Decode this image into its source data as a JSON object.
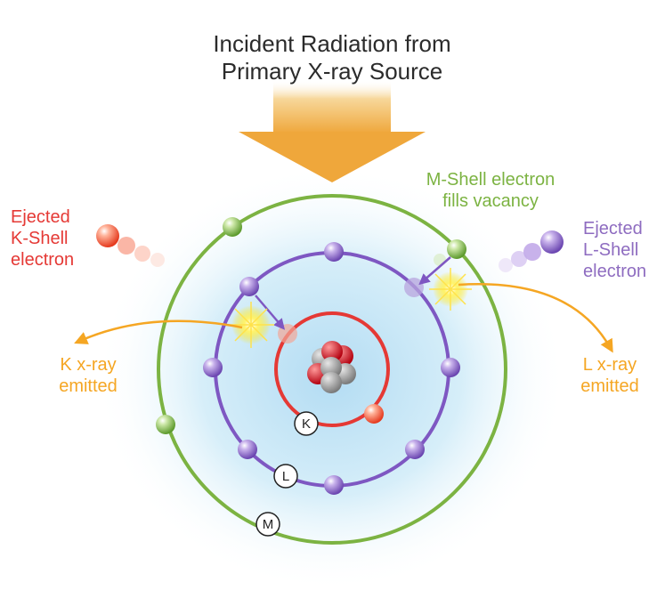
{
  "title": {
    "line1": "Incident Radiation from",
    "line2": "Primary X-ray Source"
  },
  "labels": {
    "ejected_k": {
      "line1": "Ejected",
      "line2": "K-Shell",
      "line3": "electron"
    },
    "m_fills": {
      "line1": "M-Shell electron",
      "line2": "fills vacancy"
    },
    "ejected_l": {
      "line1": "Ejected",
      "line2": "L-Shell",
      "line3": "electron"
    },
    "k_xray": {
      "line1": "K x-ray",
      "line2": "emitted"
    },
    "l_xray": {
      "line1": "L x-ray",
      "line2": "emitted"
    }
  },
  "shells": {
    "k": "K",
    "l": "L",
    "m": "M"
  },
  "colors": {
    "k_shell": "#e53935",
    "l_shell": "#7e57c2",
    "m_shell": "#7cb342",
    "xray_arrow": "#f5a623",
    "incident_arrow": "#f2b04a"
  }
}
